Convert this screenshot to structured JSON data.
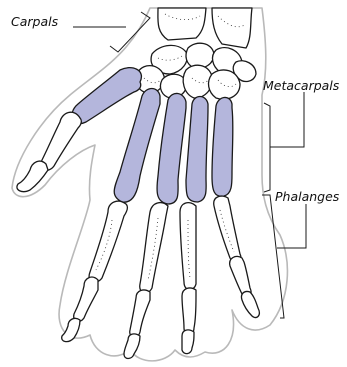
{
  "labels": {
    "carpals": "Carpals",
    "metacarpals": "Metacarpals",
    "phalanges": "Phalanges"
  },
  "colors": {
    "metacarpal_fill": "#b4b6dc",
    "bone_fill": "#ffffff",
    "bone_stroke": "#1a1a1a",
    "skin_outline": "#b9b9b9"
  }
}
